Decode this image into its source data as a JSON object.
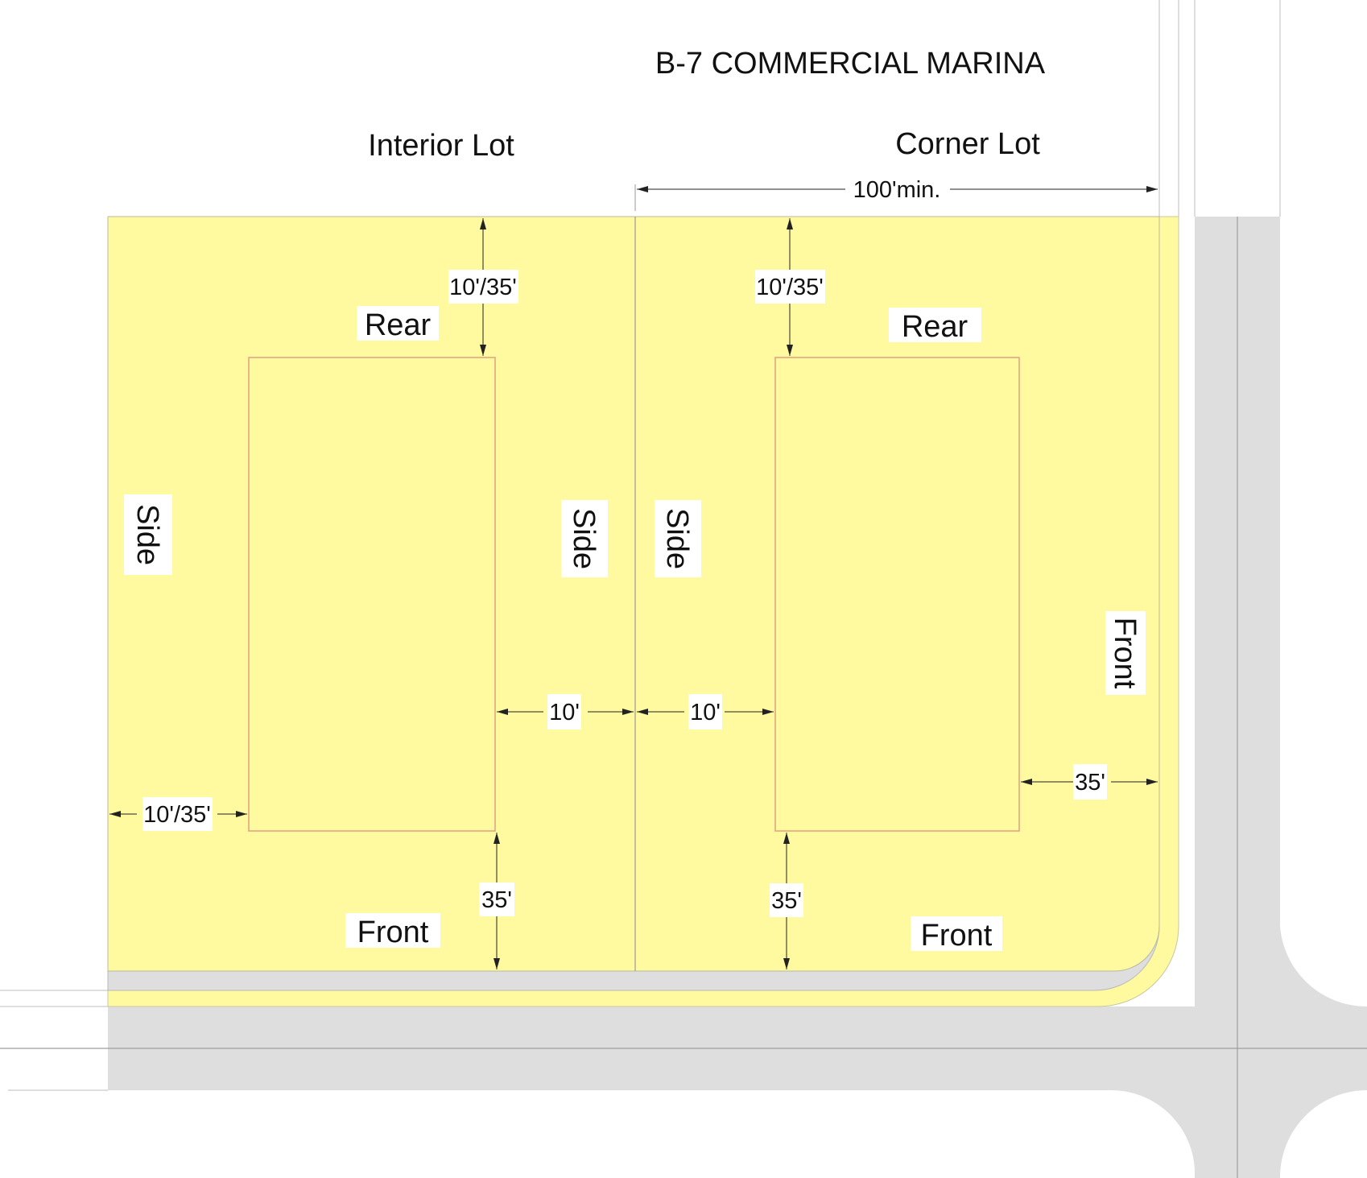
{
  "title": "B-7 COMMERCIAL MARINA",
  "colors": {
    "lot": "#fff9a0",
    "road": "#dedede",
    "line": "#999999",
    "building": "#e0a080",
    "background": "#ffffff"
  },
  "lots": {
    "interior": {
      "heading": "Interior Lot",
      "rear": "Rear",
      "front": "Front",
      "side_left": "Side",
      "side_right": "Side",
      "dim_rear": "10'/35'",
      "dim_side_left": "10'/35'",
      "dim_side_right": "10'",
      "dim_front": "35'"
    },
    "corner": {
      "heading": "Corner Lot",
      "width": "100'min.",
      "rear": "Rear",
      "front_bottom": "Front",
      "front_street": "Front",
      "side_left": "Side",
      "dim_rear": "10'/35'",
      "dim_side_left": "10'",
      "dim_front": "35'",
      "dim_street": "35'"
    }
  }
}
